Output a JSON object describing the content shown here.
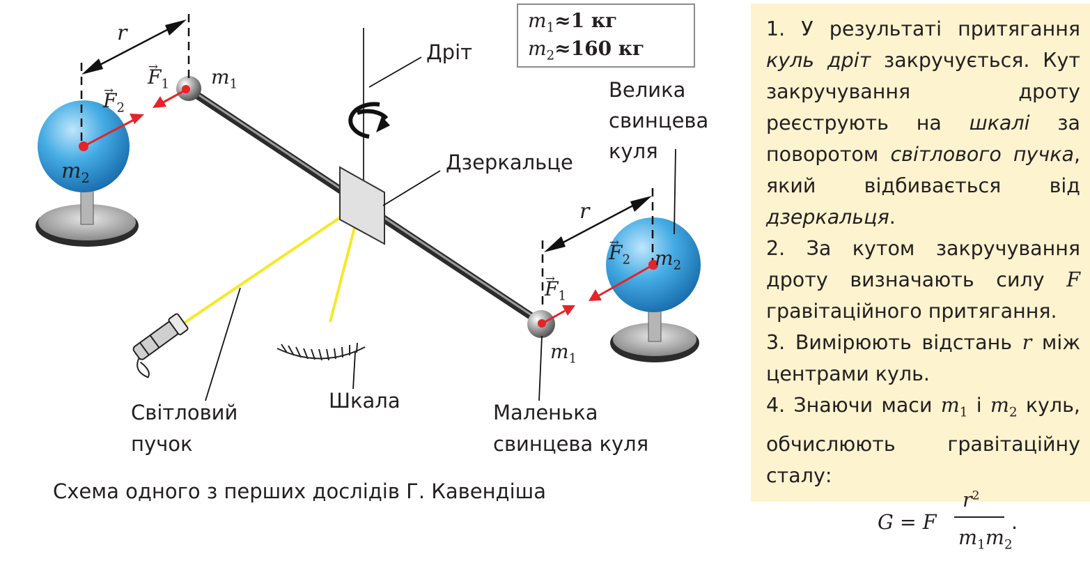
{
  "mass_box": {
    "m1_sym": "m",
    "m1_idx": "1",
    "m1_val": "≈1 кг",
    "m2_sym": "m",
    "m2_idx": "2",
    "m2_val": "≈160 кг"
  },
  "labels": {
    "wire": "Дріт",
    "mirror": "Дзеркальце",
    "big_ball": [
      "Велика",
      "свинцева",
      "куля"
    ],
    "light_beam": [
      "Світловий",
      "пучок"
    ],
    "scale": "Шкала",
    "small_ball": [
      "Маленька",
      "свинцева куля"
    ]
  },
  "symbols": {
    "r": "r",
    "F": "F",
    "m": "m",
    "i1": "1",
    "i2": "2"
  },
  "caption": "Схема одного з перших дослідів Г. Кавендіша",
  "steps": {
    "s1": [
      "1. У результаті притягання ",
      "куль дріт",
      " закручується. Кут закручування дроту реєструють на ",
      "шкалі",
      " за поворотом ",
      "світлового пучка",
      ", який відбивається від ",
      "дзеркальця",
      "."
    ],
    "s2": [
      "2. За кутом закручування дроту визначають силу ",
      "F",
      " гравітаційного притягання."
    ],
    "s3": [
      "3. Вимірюють відстань ",
      "r",
      " між центрами куль."
    ],
    "s4": [
      "4. Знаючи маси ",
      "m",
      "1",
      " і ",
      "m",
      "2",
      " куль, обчислюють гравітаційну сталу:"
    ],
    "formula": {
      "lhs": "G",
      "eq": " = F",
      "num": "r",
      "pow": "2",
      "den_a": "m",
      "den_a_i": "1",
      "den_b": "m",
      "den_b_i": "2",
      "end": "."
    }
  },
  "colors": {
    "panel_bg": "#fdf3cf",
    "sphere": "#2e9ad8",
    "force_arrow": "#e52329",
    "beam": "#f5e928",
    "rod": "#555555"
  }
}
